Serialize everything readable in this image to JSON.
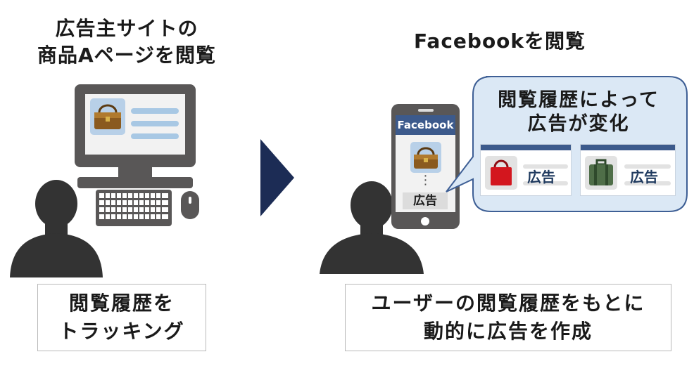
{
  "left": {
    "heading_line1": "広告主サイトの",
    "heading_line2": "商品Aページを閲覧",
    "caption_line1": "閲覧履歴を",
    "caption_line2": "トラッキング"
  },
  "right": {
    "heading": "Facebookを閲覧",
    "phone_header": "Facebook",
    "phone_dots": "⋮",
    "phone_ad_label": "広告",
    "bubble_line1": "閲覧履歴によって",
    "bubble_line2": "広告が変化",
    "card1_label": "広告",
    "card2_label": "広告",
    "caption_line1": "ユーザーの閲覧履歴をもとに",
    "caption_line2": "動的に広告を作成"
  },
  "colors": {
    "device_gray": "#595757",
    "person_dark": "#333333",
    "arrow_navy": "#1c2c55",
    "bubble_fill": "#dbe8f5",
    "bubble_stroke": "#3e5f95",
    "card_header": "#3c5a8c",
    "screen_line": "#a8c8e4"
  }
}
